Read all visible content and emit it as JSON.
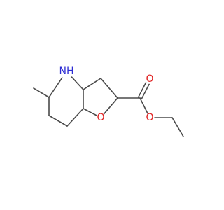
{
  "molecule": {
    "atoms": [
      {
        "id": "me",
        "element": "C",
        "label": ""
      },
      {
        "id": "c5",
        "element": "C",
        "label": ""
      },
      {
        "id": "n4",
        "element": "N",
        "label": "NH"
      },
      {
        "id": "c3a",
        "element": "C",
        "label": ""
      },
      {
        "id": "c3",
        "element": "C",
        "label": ""
      },
      {
        "id": "c2",
        "element": "C",
        "label": ""
      },
      {
        "id": "o1",
        "element": "O",
        "label": "O"
      },
      {
        "id": "c7a",
        "element": "C",
        "label": ""
      },
      {
        "id": "c7",
        "element": "C",
        "label": ""
      },
      {
        "id": "c6",
        "element": "C",
        "label": ""
      },
      {
        "id": "cc",
        "element": "C",
        "label": ""
      },
      {
        "id": "od",
        "element": "O",
        "label": "O"
      },
      {
        "id": "oe",
        "element": "O",
        "label": "O"
      },
      {
        "id": "ch2",
        "element": "C",
        "label": ""
      },
      {
        "id": "ch3",
        "element": "C",
        "label": ""
      }
    ],
    "bonds": [
      {
        "a": "me",
        "b": "c5",
        "order": 1
      },
      {
        "a": "c5",
        "b": "n4",
        "order": 1
      },
      {
        "a": "n4",
        "b": "c3a",
        "order": 1
      },
      {
        "a": "c3a",
        "b": "c3",
        "order": 1
      },
      {
        "a": "c3",
        "b": "c2",
        "order": 1
      },
      {
        "a": "c2",
        "b": "o1",
        "order": 1
      },
      {
        "a": "o1",
        "b": "c7a",
        "order": 1
      },
      {
        "a": "c7a",
        "b": "c3a",
        "order": 1
      },
      {
        "a": "c7a",
        "b": "c7",
        "order": 1
      },
      {
        "a": "c7",
        "b": "c6",
        "order": 1
      },
      {
        "a": "c6",
        "b": "c5",
        "order": 1
      },
      {
        "a": "c2",
        "b": "cc",
        "order": 1
      },
      {
        "a": "cc",
        "b": "od",
        "order": 2
      },
      {
        "a": "cc",
        "b": "oe",
        "order": 1
      },
      {
        "a": "oe",
        "b": "ch2",
        "order": 1
      },
      {
        "a": "ch2",
        "b": "ch3",
        "order": 1
      }
    ],
    "colors": {
      "bond": "#4a4a4a",
      "N": "#2d2dd4",
      "O": "#e02020",
      "background": "#ffffff"
    }
  }
}
